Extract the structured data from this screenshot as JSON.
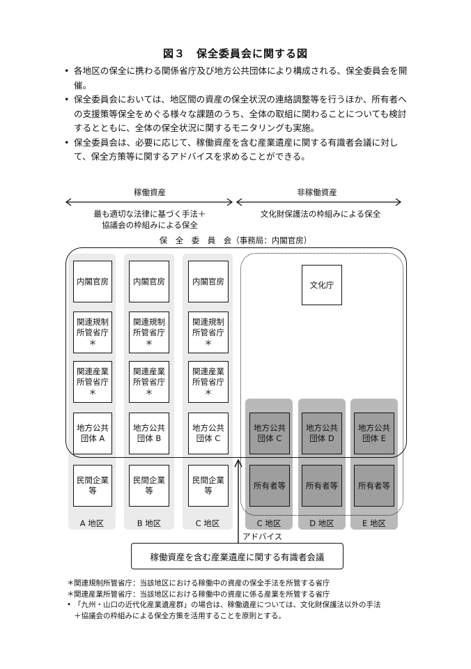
{
  "title": "図３　保全委員会に関する図",
  "bullets": [
    "各地区の保全に携わる関係省庁及び地方公共団体により構成される、保全委員会を開催。",
    "保全委員会においては、地区間の資産の保全状況の連絡調整等を行うほか、所有者への支援策等保全をめぐる様々な課題のうち、全体の取組に関わることについても検討するとともに、全体の保全状況に関するモニタリングも実施。",
    "保全委員会は、必要に応じて、稼働資産を含む産業遺産に関する有識者会議に対して、保全方策等に関するアドバイスを求めることができる。"
  ],
  "operating": {
    "header": "稼働資産",
    "desc": "最も適切な法律に基づく手法＋\n協議会の枠組みによる保全"
  },
  "non_operating": {
    "header": "非稼働資産",
    "desc": "文化財保護法の枠組みによる保全"
  },
  "committee_label": "保　全　委　員　会（事務局：内閣官房）",
  "operating_columns": [
    {
      "region": "A 地区",
      "boxes": [
        "内閣官房",
        "関連規制\n所管省庁\n＊",
        "関連産業\n所管省庁\n＊",
        "地方公共\n団体 A",
        "民間企業\n等"
      ]
    },
    {
      "region": "B 地区",
      "boxes": [
        "内閣官房",
        "関連規制\n所管省庁\n＊",
        "関連産業\n所管省庁\n＊",
        "地方公共\n団体 B",
        "民間企業\n等"
      ]
    },
    {
      "region": "C 地区",
      "boxes": [
        "内閣官房",
        "関連規制\n所管省庁\n＊",
        "関連産業\n所管省庁\n＊",
        "地方公共\n団体 C",
        "民間企業\n等"
      ]
    }
  ],
  "bunkacho": "文化庁",
  "non_operating_columns": [
    {
      "region": "C 地区",
      "boxes": [
        "地方公共\n団体 C",
        "所有者等"
      ]
    },
    {
      "region": "D 地区",
      "boxes": [
        "地方公共\n団体 D",
        "所有者等"
      ]
    },
    {
      "region": "E 地区",
      "boxes": [
        "地方公共\n団体 E",
        "所有者等"
      ]
    }
  ],
  "advice_label": "アドバイス",
  "expert_council": "稼働資産を含む産業遺産に関する有識者会議",
  "notes": [
    {
      "mark": "＊",
      "text": "関連規制所管省庁：当該地区における稼働中の資産の保全手法を所管する省庁"
    },
    {
      "mark": "＊",
      "text": "関連産業所管省庁：当該地区における稼働中の資産に係る産業を所管する省庁"
    },
    {
      "mark": "•",
      "text": "「九州・山口の近代化産業遺産群」の場合は、稼働遺産については、文化財保護法以外の手法\n＋協議会の枠組みによる保全方策を活用することを原則とする。"
    }
  ]
}
